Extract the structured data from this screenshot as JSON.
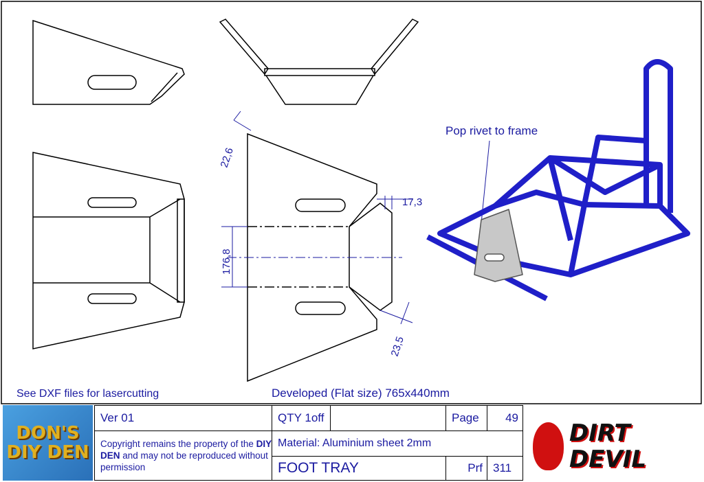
{
  "drawing": {
    "note_dxf": "See DXF files for lasercutting",
    "note_developed": "Developed (Flat size) 765x440mm",
    "callout": "Pop rivet to frame",
    "dimensions": {
      "d1": "22,6",
      "d2": "17,3",
      "d3": "176,8",
      "d4": "23,5"
    }
  },
  "title_block": {
    "logo_left": "DON'S DIY DEN",
    "version": "Ver  01",
    "qty": "QTY 1off",
    "page_label": "Page",
    "page_number": "49",
    "copyright_pre": "Copyright remains the property of the ",
    "copyright_bold": "DIY DEN",
    "copyright_post": " and may not be reproduced without permission",
    "material": "Material:  Aluminium sheet 2mm",
    "part_name": "FOOT TRAY",
    "prf_label": "Prf",
    "prf_number": "311",
    "logo_right": "DIRT DEVIL"
  },
  "colors": {
    "ink": "#1a1aa0",
    "frame": "#2020c0",
    "logo_red": "#d01010"
  }
}
